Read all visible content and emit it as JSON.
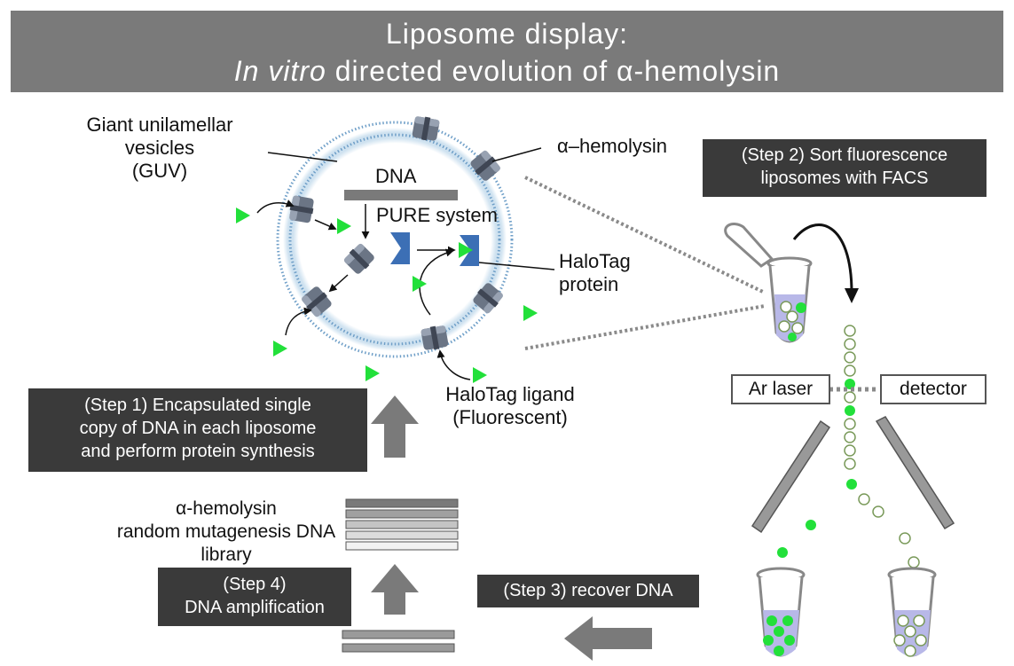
{
  "title": {
    "line1": "Liposome display:",
    "line2_italic": "In vitro",
    "line2_rest": " directed evolution of α-hemolysin"
  },
  "labels": {
    "guv": [
      "Giant unilamellar",
      "vesicles",
      "(GUV)"
    ],
    "dna": "DNA",
    "pure_system": "PURE system",
    "alpha_hemolysin": "α–hemolysin",
    "halotag_protein": [
      "HaloTag",
      "protein"
    ],
    "halotag_ligand": [
      "HaloTag ligand",
      "(Fluorescent)"
    ],
    "library": [
      "α-hemolysin",
      "random mutagenesis DNA library"
    ],
    "ar_laser": "Ar laser",
    "detector": "detector"
  },
  "steps": {
    "step1": [
      "(Step 1) Encapsulated single",
      "copy of DNA in each liposome",
      "and perform protein synthesis"
    ],
    "step2": [
      "(Step 2) Sort fluorescence",
      "liposomes with FACS"
    ],
    "step3": "(Step 3) recover DNA",
    "step4": [
      "(Step 4)",
      "DNA amplification"
    ]
  },
  "colors": {
    "title_bg": "#7a7a7a",
    "step_box_bg": "#3a3a3a",
    "fluorescent_green": "#22e03a",
    "halotag_blue": "#3c6fb5",
    "membrane_blue": "#8fb8d8",
    "arrow_gray": "#7a7a7a"
  }
}
